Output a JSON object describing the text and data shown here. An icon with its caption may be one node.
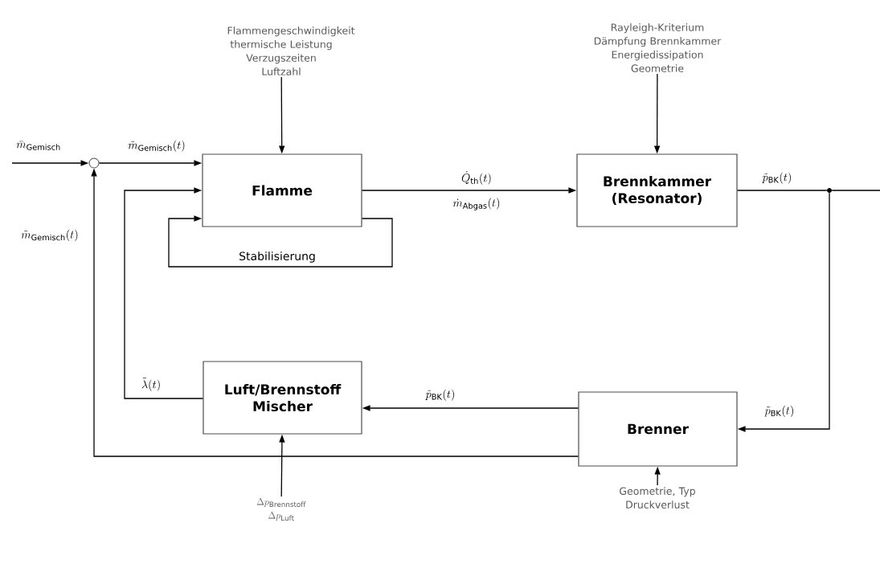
{
  "diagram": {
    "nodes": [
      {
        "text": [
          "Flamme"
        ]
      },
      {
        "text": [
          "Brennkammer (Resonator)"
        ]
      },
      {
        "text": [
          "Luft/Brennstoff Mischer"
        ]
      },
      {
        "text": [
          "Brenner"
        ]
      },
      {
        "text": [],
        "shape": "circle"
      },
      {
        "text": [],
        "shape": "dot"
      },
      {
        "text": [
          "Flammengeschwindigkeit thermische Leistung Verzugszeiten Luftzahl"
        ]
      },
      {
        "text": [
          "Rayleigh-Kriterium Dämpfung Brennkammer Energiedissipation Geometrie"
        ]
      },
      {
        "text": [
          "\\Delta p_{\\mathrm{Brennstoff}}",
          "\\Delta p_{\\mathrm{Luft}}"
        ]
      },
      {
        "text": [
          "Geometrie, Typ Druckverlust"
        ]
      }
    ],
    "edges": [
      {
        "from": null,
        "to": 4,
        "arrow": "to",
        "label": "\\bar{m}_{\\mathrm{Gemisch}}"
      },
      {
        "from": 4,
        "to": 0,
        "arrow": "to",
        "label": "\\tilde{m}_{\\mathrm{Gemisch}}(t)"
      },
      {
        "from": 0,
        "to": 1,
        "arrow": "to",
        "label": "\\dot{Q}_{\\mathrm{th}}(t)"
      },
      {
        "from": 1,
        "to": 5,
        "arrow": "none",
        "label": "\\tilde{p}_{\\mathrm{BK}}(t)"
      },
      {
        "from": 5,
        "to": null,
        "arrow": "none"
      },
      {
        "from": 5,
        "to": 3,
        "arrow": "to",
        "label": "\\tilde{p}_{\\mathrm{BK}}(t)"
      },
      {
        "from": 3,
        "to": 2,
        "arrow": "to",
        "label": "\\tilde{p}_{\\mathrm{BK}}(t)"
      },
      {
        "from": 2,
        "to": 0,
        "arrow": "to",
        "label": "\\tilde{\\lambda}(t)"
      },
      {
        "from": 3,
        "to": 4,
        "arrow": "to",
        "label": "\\tilde{m}_{\\mathrm{Gemisch}}(t)"
      },
      {
        "from": 0,
        "to": 0,
        "arrow": "to",
        "label": "Stabilisierung"
      },
      {
        "from": 6,
        "to": 0,
        "arrow": "to"
      },
      {
        "from": 7,
        "to": 1,
        "arrow": "to"
      },
      {
        "from": 8,
        "to": 2,
        "arrow": "to"
      },
      {
        "from": 9,
        "to": 3,
        "arrow": "to"
      }
    ],
    "labels": [
      "\\dot{m}_{\\mathrm{Abgas}}(t)"
    ]
  }
}
